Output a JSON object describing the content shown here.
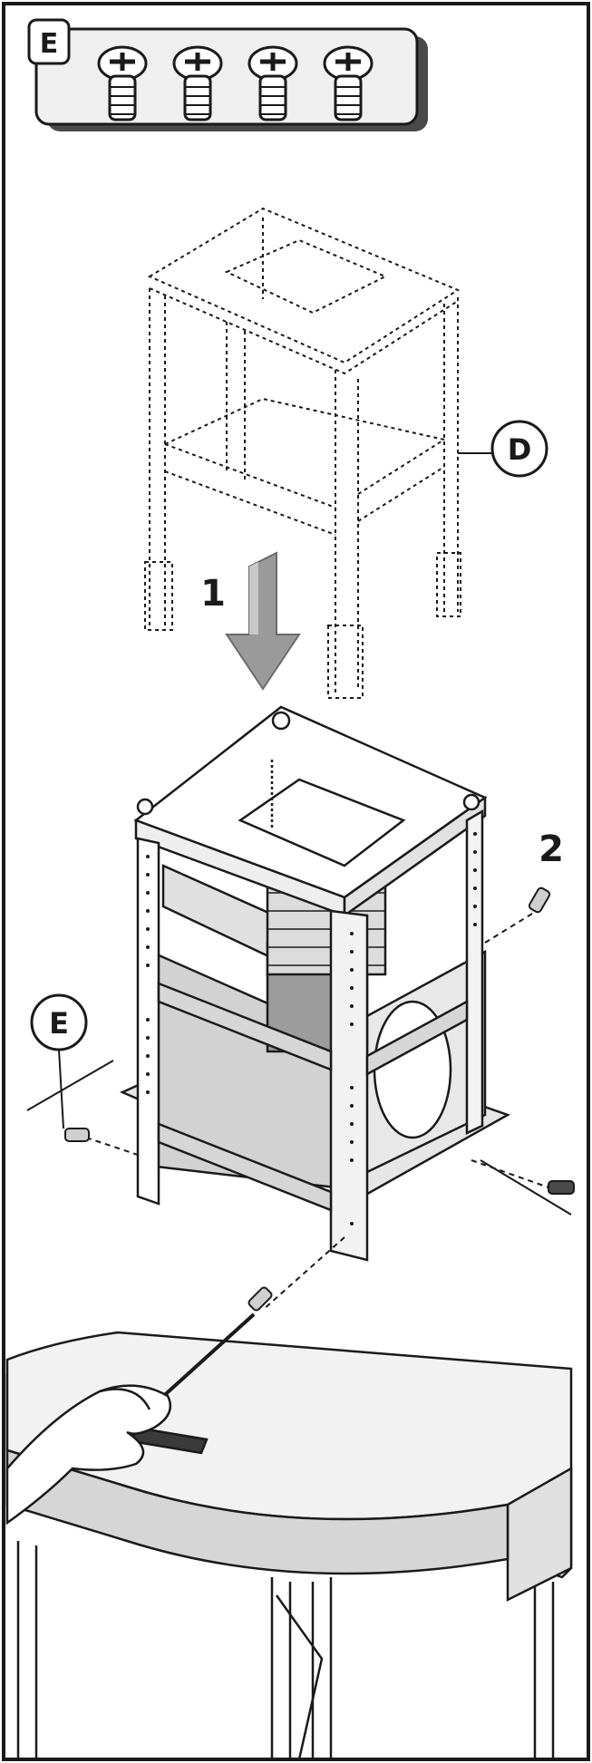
{
  "labels": {
    "screws_box": "E",
    "frame_part": "D",
    "screw_callout": "E",
    "step_lower": "1",
    "step_insert": "2"
  },
  "icons": [
    "screw-icon",
    "screw-icon",
    "screw-icon",
    "screw-icon"
  ],
  "colors": {
    "line": "#1a1a1a",
    "panel": "#d9d9d9",
    "panel_dark": "#bdbdbd",
    "arrow": "#9a9a9a",
    "counter": "#e6e6e6"
  }
}
